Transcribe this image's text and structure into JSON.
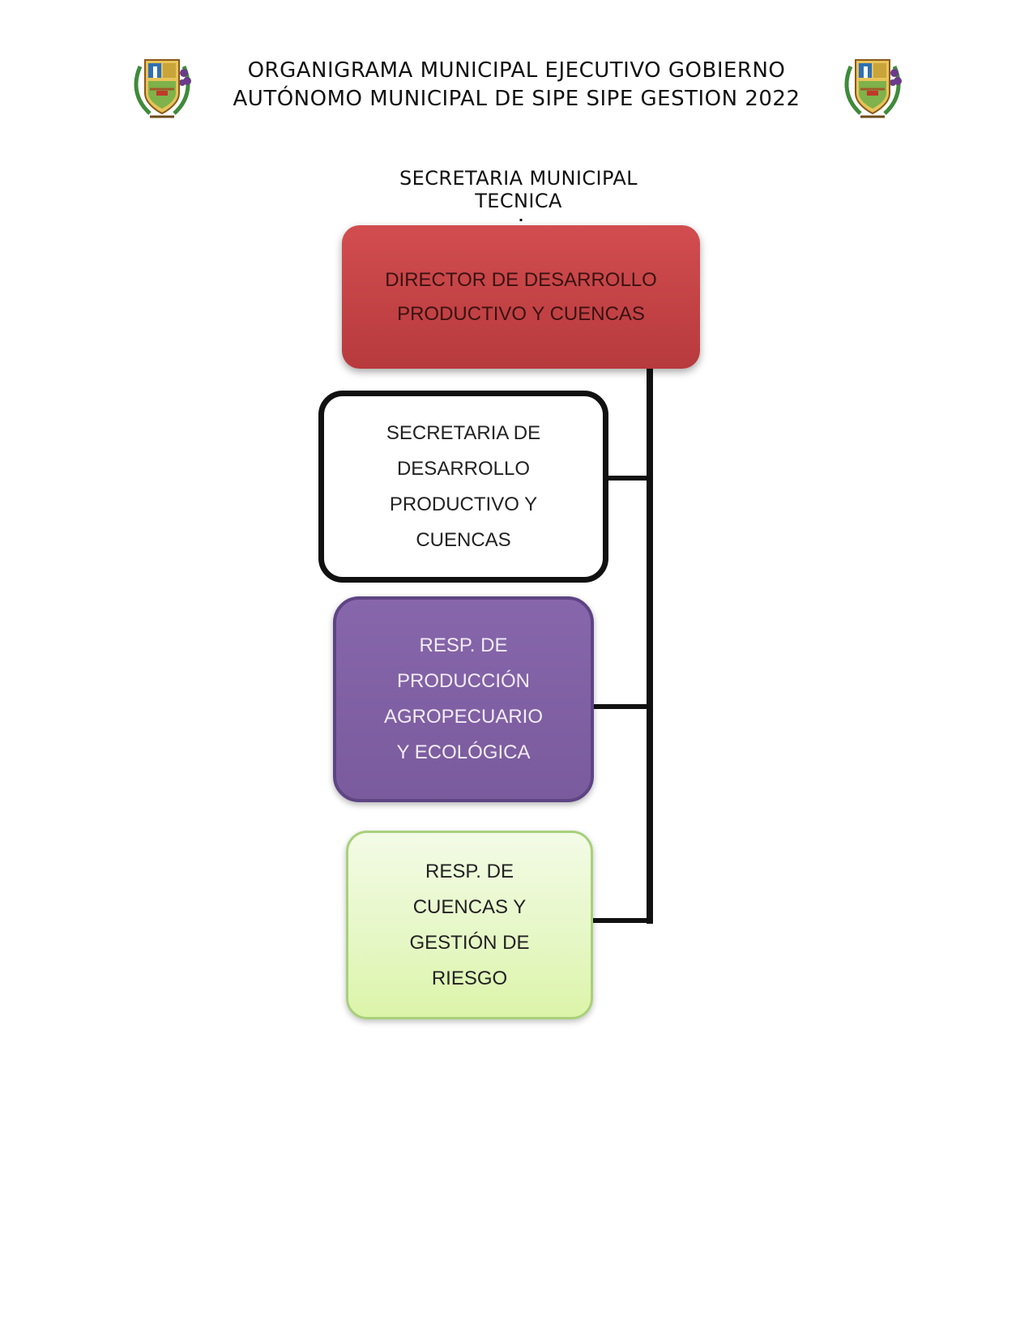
{
  "header": {
    "title_line1": "ORGANIGRAMA MUNICIPAL EJECUTIVO GOBIERNO",
    "title_line2": "AUTÓNOMO MUNICIPAL DE SIPE SIPE GESTION 2022"
  },
  "parent_unit": {
    "line1": "SECRETARIA MUNICIPAL",
    "line2": "TECNICA"
  },
  "org_chart": {
    "director": {
      "line1": "DIRECTOR DE DESARROLLO",
      "line2": "PRODUCTIVO Y CUENCAS",
      "color": "#c0413f"
    },
    "secretaria": {
      "line1": "SECRETARIA DE",
      "line2": "DESARROLLO",
      "line3": "PRODUCTIVO Y",
      "line4": "CUENCAS",
      "color": "#ffffff"
    },
    "produccion": {
      "line1": "RESP. DE",
      "line2": "PRODUCCIÓN",
      "line3": "AGROPECUARIO",
      "line4": "Y ECOLÓGICA",
      "color": "#7e5fa2"
    },
    "cuencas": {
      "line1": "RESP. DE",
      "line2": "CUENCAS Y",
      "line3": "GESTIÓN DE",
      "line4": "RIESGO",
      "color": "#e3f6c0"
    }
  },
  "icons": {
    "left_emblem": "municipal-coat-of-arms",
    "right_emblem": "municipal-coat-of-arms"
  }
}
